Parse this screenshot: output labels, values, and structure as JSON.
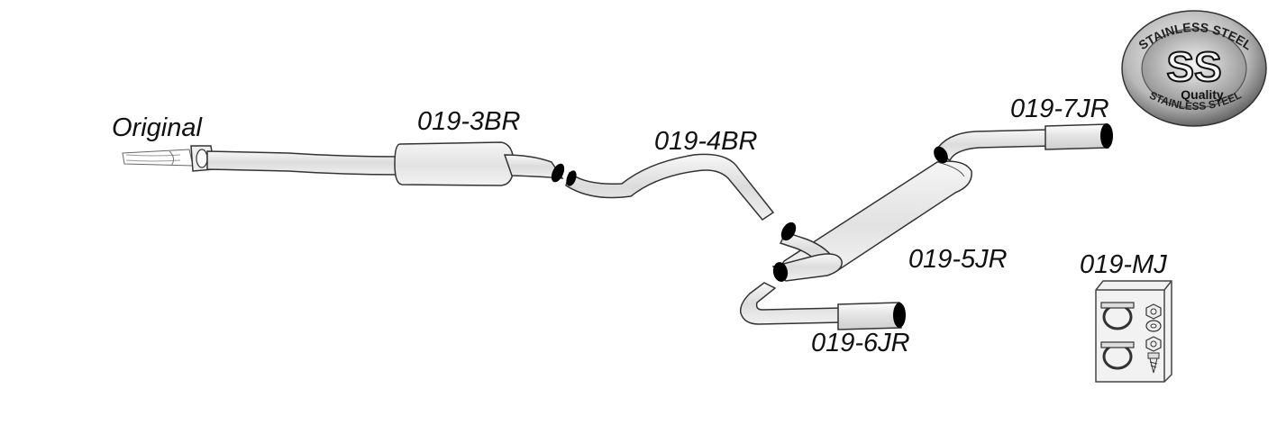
{
  "labels": {
    "original": "Original",
    "part_3br": "019-3BR",
    "part_4br": "019-4BR",
    "part_5jr": "019-5JR",
    "part_6jr": "019-6JR",
    "part_7jr": "019-7JR",
    "part_mj": "019-MJ"
  },
  "badge": {
    "top_text": "STAINLESS STEEL",
    "center_text": "SS",
    "sub_text": "Quality",
    "bottom_text": "STAINLESS STEEL"
  },
  "colors": {
    "pipe_fill": "#e9e9e9",
    "outline": "#333333",
    "pipe_opening": "#000000"
  }
}
